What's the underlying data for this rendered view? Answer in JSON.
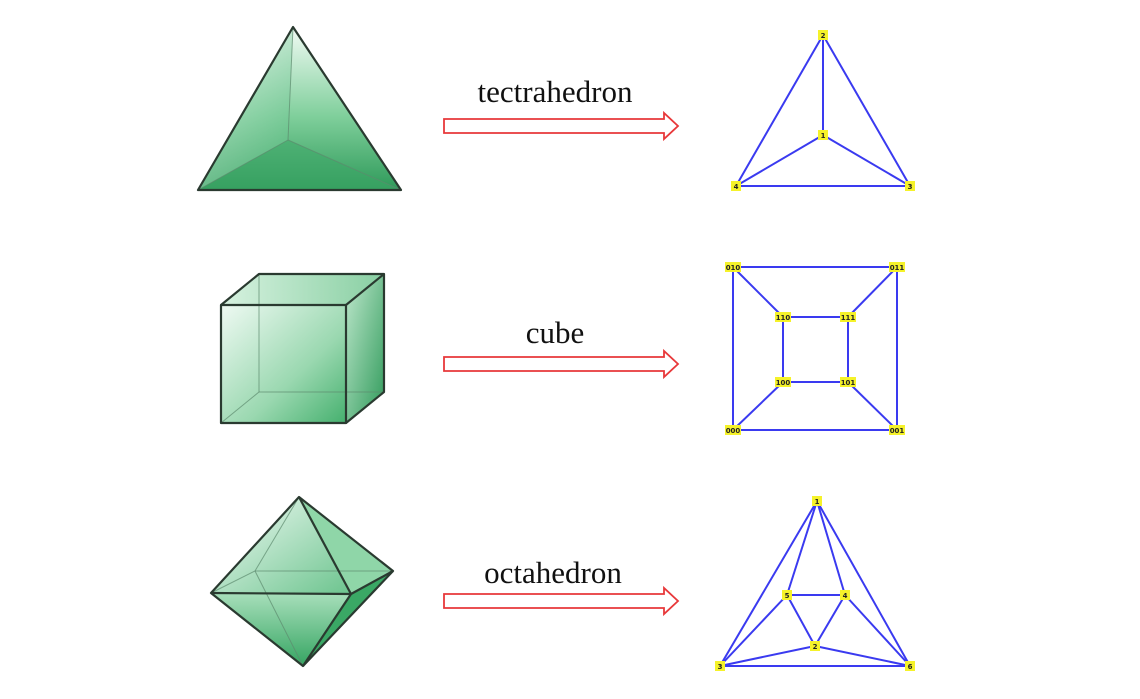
{
  "rows": [
    {
      "solid": "tetrahedron",
      "caption": "tectrahedron",
      "vertices": [
        "2",
        "1",
        "4",
        "3"
      ]
    },
    {
      "solid": "cube",
      "caption": "cube",
      "vertices": [
        "010",
        "011",
        "110",
        "111",
        "100",
        "101",
        "000",
        "001"
      ]
    },
    {
      "solid": "octahedron",
      "caption": "octahedron",
      "vertices": [
        "1",
        "5",
        "4",
        "2",
        "3",
        "6"
      ]
    }
  ],
  "colors": {
    "arrow_outline": "#e8383a",
    "graph_edge": "#3a3af0",
    "vertex_label_bg": "#f5f22a",
    "solid_fill": "#3fae6a"
  }
}
